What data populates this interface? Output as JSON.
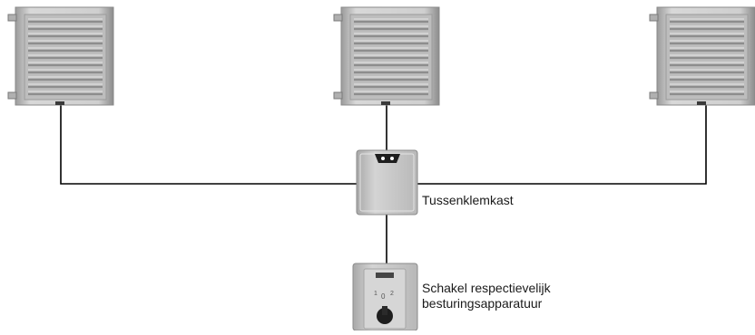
{
  "diagram": {
    "labels": {
      "junction_box": "Tussenklemkast",
      "switch_line1": "Schakel  respectievelijk",
      "switch_line2": "besturingsapparatuur"
    },
    "nodes": [
      {
        "id": "heater-left",
        "kind": "unit-heater"
      },
      {
        "id": "heater-center",
        "kind": "unit-heater"
      },
      {
        "id": "heater-right",
        "kind": "unit-heater"
      },
      {
        "id": "junction-box",
        "kind": "junction-box"
      },
      {
        "id": "control-switch",
        "kind": "rotary-switch-box"
      }
    ],
    "connections": [
      [
        "heater-left",
        "junction-box"
      ],
      [
        "heater-center",
        "junction-box"
      ],
      [
        "heater-right",
        "junction-box"
      ],
      [
        "junction-box",
        "control-switch"
      ]
    ],
    "colors": {
      "wire": "#000000",
      "housing": "#c8c8c8",
      "housing_dark": "#8a8a8a",
      "fins": "#9c9c9c"
    }
  }
}
